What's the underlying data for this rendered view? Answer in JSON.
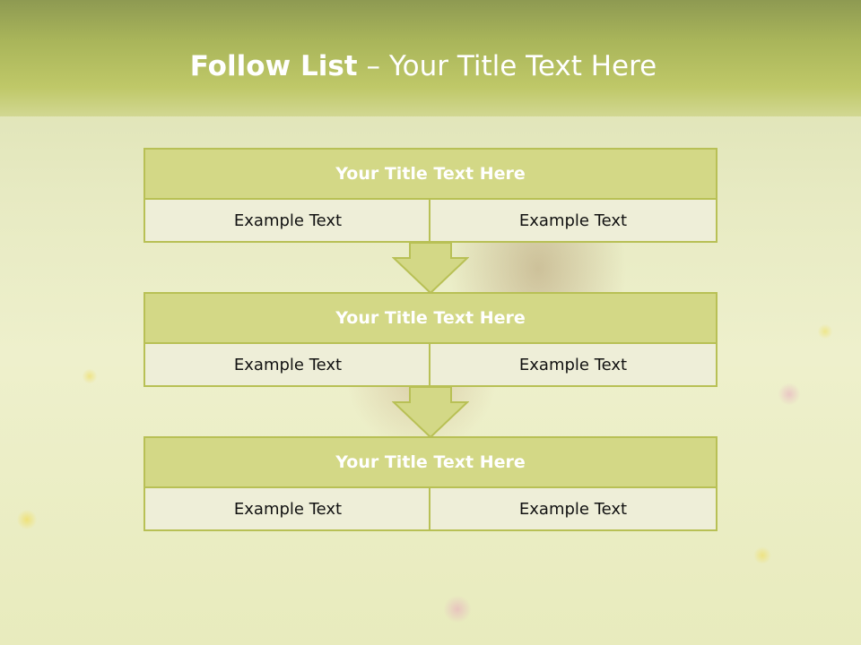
{
  "slide": {
    "title_bold": "Follow List",
    "title_rest": " – Your Title Text Here"
  },
  "blocks": [
    {
      "title": "Your Title Text Here",
      "left": "Example Text",
      "right": "Example Text"
    },
    {
      "title": "Your Title Text Here",
      "left": "Example Text",
      "right": "Example Text"
    },
    {
      "title": "Your Title Text Here",
      "left": "Example Text",
      "right": "Example Text"
    }
  ],
  "colors": {
    "header_top": "#8e9a52",
    "header_bottom": "#bfc868",
    "box_header_fill": "#d3d886",
    "box_border": "#b8c055",
    "cell_fill": "#eeeed8",
    "arrow_fill": "#d3d886"
  },
  "icons": [
    "down-arrow-icon",
    "down-arrow-icon"
  ]
}
